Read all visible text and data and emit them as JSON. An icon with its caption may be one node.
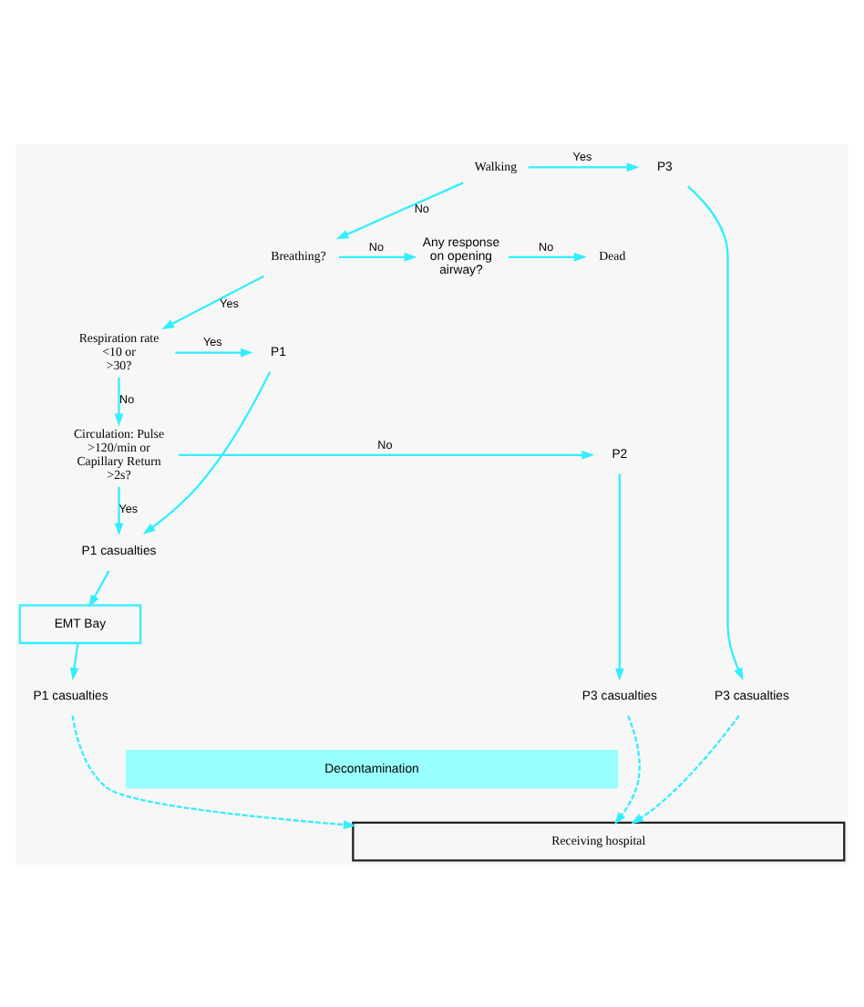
{
  "diagram": {
    "nodes": [
      {
        "text": [
          "Walking"
        ]
      },
      {
        "text": [
          "P3"
        ]
      },
      {
        "text": [
          "Breathing?"
        ]
      },
      {
        "text": [
          "Any response on opening airway?"
        ]
      },
      {
        "text": [
          "Dead"
        ]
      },
      {
        "text": [
          "P1"
        ]
      },
      {
        "text": [
          "Respiration rate <10 or >30?"
        ]
      },
      {
        "text": [
          "Circulation: Pulse >120/min or Capillary Return >2s?"
        ]
      },
      {
        "text": [
          "P2"
        ]
      },
      {
        "text": [
          "P1 casualties"
        ]
      },
      {
        "text": [
          "EMT Bay"
        ]
      },
      {
        "text": [
          "P1 casualties"
        ]
      },
      {
        "text": [
          "P3 casualties"
        ]
      },
      {
        "text": [
          "P3 casualties"
        ]
      },
      {
        "text": [
          "Decontamination"
        ]
      },
      {
        "text": [
          "Receiving hospital"
        ]
      }
    ],
    "edges": [
      {
        "from": 0,
        "to": 1,
        "arrow": "to",
        "label": "Yes"
      },
      {
        "from": 0,
        "to": 2,
        "arrow": "to",
        "label": "No"
      },
      {
        "from": 2,
        "to": 3,
        "arrow": "to",
        "label": "No"
      },
      {
        "from": 3,
        "to": 4,
        "arrow": "to",
        "label": "No"
      },
      {
        "from": 2,
        "to": 6,
        "arrow": "to",
        "label": "Yes"
      },
      {
        "from": 6,
        "to": 5,
        "arrow": "to",
        "label": "Yes"
      },
      {
        "from": 6,
        "to": 7,
        "arrow": "to",
        "label": "No"
      },
      {
        "from": 7,
        "to": 8,
        "arrow": "to",
        "label": "No"
      },
      {
        "from": 7,
        "to": 9,
        "arrow": "to",
        "label": "Yes"
      },
      {
        "from": 5,
        "to": 9,
        "arrow": "to"
      },
      {
        "from": 9,
        "to": 10,
        "arrow": "to"
      },
      {
        "from": 10,
        "to": 11,
        "arrow": "to"
      },
      {
        "from": 8,
        "to": 12,
        "arrow": "to"
      },
      {
        "from": 1,
        "to": 13,
        "arrow": "to"
      },
      {
        "from": 11,
        "to": 15,
        "arrow": "to",
        "style": "dashed"
      },
      {
        "from": 12,
        "to": 15,
        "arrow": "to",
        "style": "dashed"
      },
      {
        "from": 13,
        "to": 15,
        "arrow": "to",
        "style": "dashed"
      }
    ]
  }
}
